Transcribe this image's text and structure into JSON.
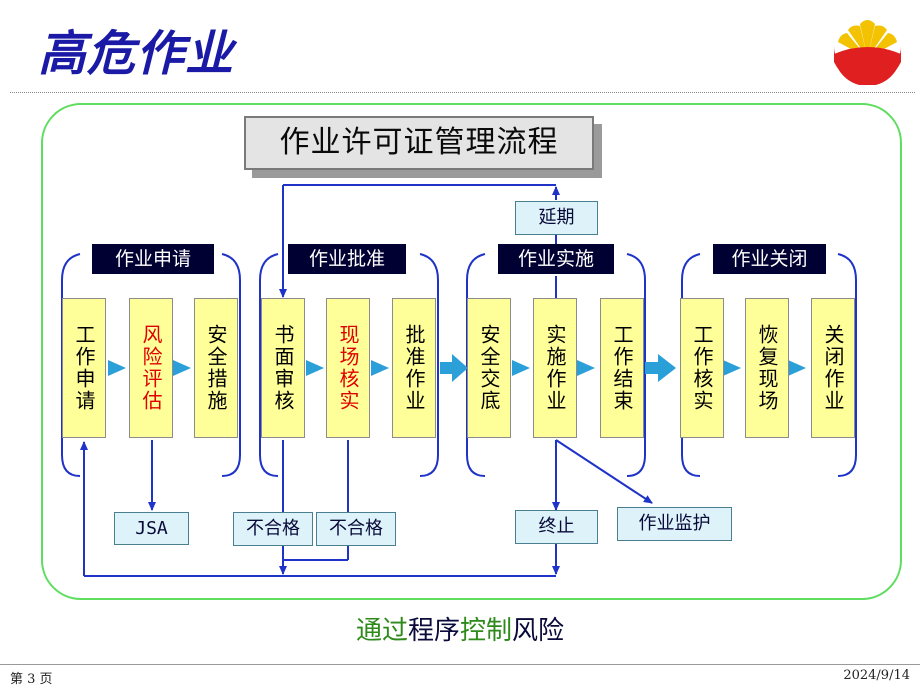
{
  "slide": {
    "title": "高危作业",
    "footer_page": "第 3 页",
    "footer_date": "2024/9/14"
  },
  "flow_title": "作业许可证管理流程",
  "phases": [
    {
      "label": "作业申请",
      "steps": [
        {
          "label": "工作申请",
          "highlight": false
        },
        {
          "label": "风险评估",
          "highlight": true
        },
        {
          "label": "安全措施",
          "highlight": false
        }
      ]
    },
    {
      "label": "作业批准",
      "steps": [
        {
          "label": "书面审核",
          "highlight": false
        },
        {
          "label": "现场核实",
          "highlight": true
        },
        {
          "label": "批准作业",
          "highlight": false
        }
      ]
    },
    {
      "label": "作业实施",
      "steps": [
        {
          "label": "安全交底",
          "highlight": false
        },
        {
          "label": "实施作业",
          "highlight": false
        },
        {
          "label": "工作结束",
          "highlight": false
        }
      ]
    },
    {
      "label": "作业关闭",
      "steps": [
        {
          "label": "工作核实",
          "highlight": false
        },
        {
          "label": "恢复现场",
          "highlight": false
        },
        {
          "label": "关闭作业",
          "highlight": false
        }
      ]
    }
  ],
  "side_boxes": {
    "extend": "延期",
    "jsa": "JSA",
    "fail_1": "不合格",
    "fail_2": "不合格",
    "stop": "终止",
    "supervision": "作业监护"
  },
  "slogan": {
    "part1": "通过",
    "part2": "程序",
    "part3": "控制",
    "part4": "风险"
  },
  "colors": {
    "title": "#1a1aa6",
    "step_fill": "#ffff99",
    "step_highlight_text": "#e00000",
    "phase_header": "#000033",
    "box_fill": "#ddf3f9",
    "line": "#1f33c8",
    "frame": "#5fdd5f",
    "arrow": "#2a9fd8",
    "slogan_green": "#2e8a1a",
    "logo_red": "#e02020",
    "logo_yellow": "#f3c200"
  }
}
